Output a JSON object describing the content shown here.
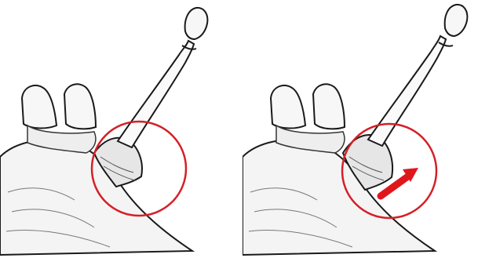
{
  "figure": {
    "panels": [
      {
        "id": "left",
        "highlight_circle_color": "#d42027",
        "has_arrow": false
      },
      {
        "id": "right",
        "highlight_circle_color": "#d42027",
        "has_arrow": true,
        "arrow_color": "#e0161d"
      }
    ],
    "style": "black-and-white pencil sketch illustration"
  }
}
